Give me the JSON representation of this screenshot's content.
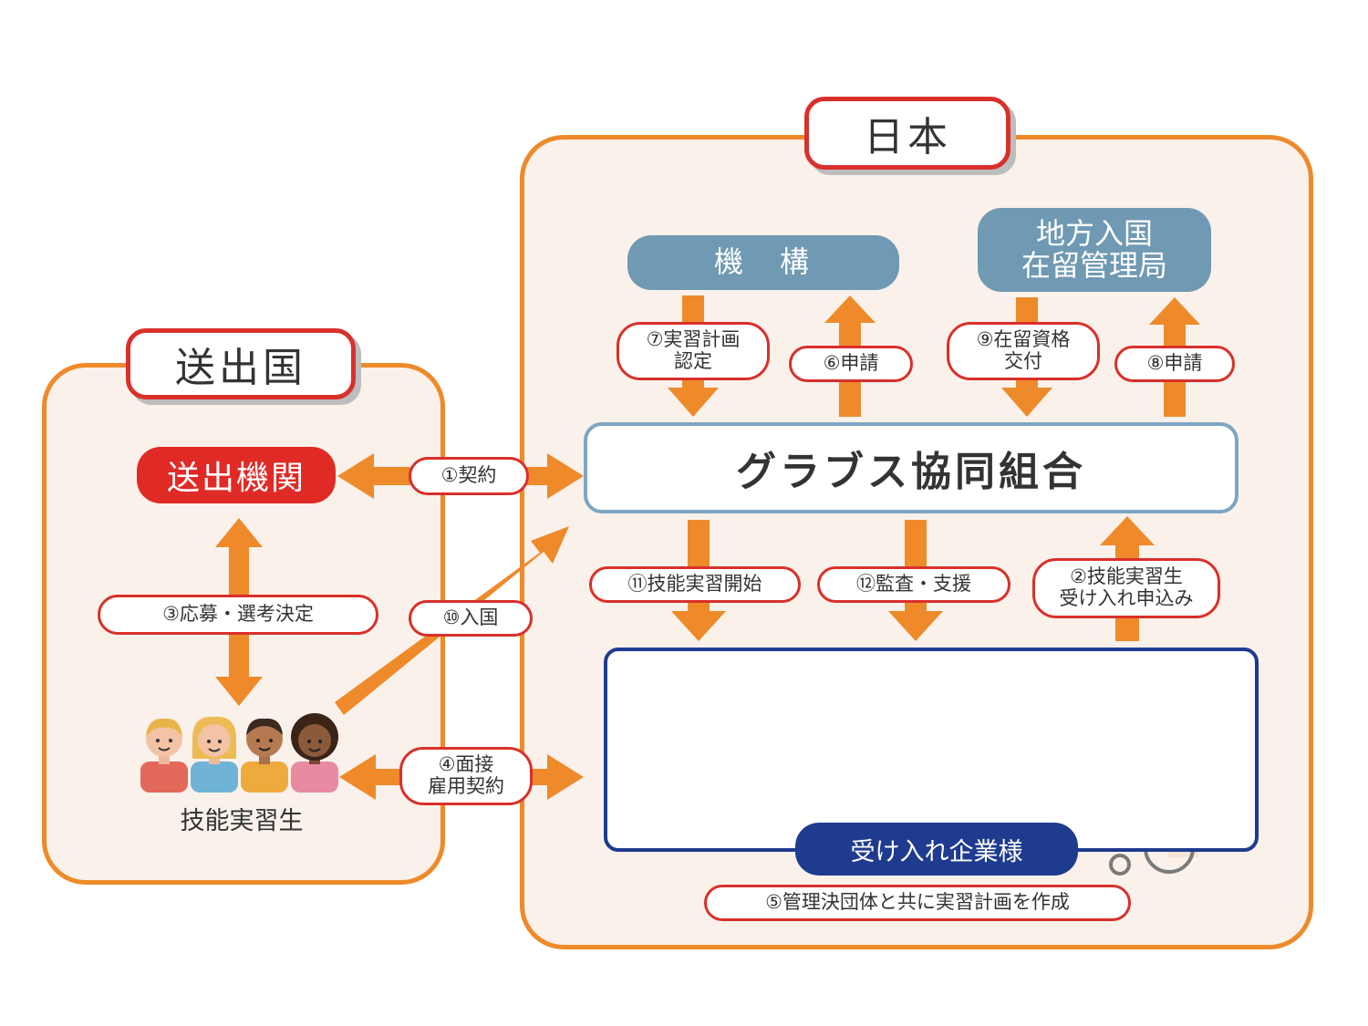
{
  "regions": {
    "sending_country": "送出国",
    "japan": "日本"
  },
  "nodes": {
    "sending_agency": "送出機関",
    "trainees": "技能実習生",
    "kikou": "機　構",
    "immigration": "地方入国\n在留管理局",
    "union": "グラブス協同組合",
    "company": "受け入れ企業様"
  },
  "steps": {
    "s1": "①契約",
    "s2": "②技能実習生\n受け入れ申込み",
    "s3": "③応募・選考決定",
    "s4": "④面接\n雇用契約",
    "s5": "⑤管理決団体と共に実習計画を作成",
    "s6": "⑥申請",
    "s7": "⑦実習計画\n認定",
    "s8": "⑧申請",
    "s9": "⑨在留資格\n交付",
    "s10": "⑩入国",
    "s11": "⑪技能実習開始",
    "s12": "⑫監査・支援"
  },
  "colors": {
    "arrow": "#ee8a2a",
    "region_border": "#ee8a2a",
    "region_fill": "#f9f1ea",
    "accent_red": "#d9302b",
    "org_blue": "#7099b3",
    "company_navy": "#1f3b8f"
  }
}
